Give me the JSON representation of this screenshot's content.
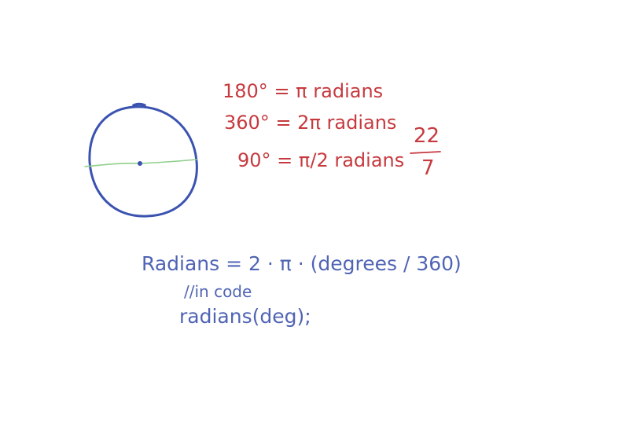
{
  "colors": {
    "red_ink": "#c63a3f",
    "blue_ink": "#5064b4",
    "circle_ink": "#3b53b0",
    "diameter_ink": "#8fcf8a"
  },
  "red_notes": {
    "line1": "180° = π radians",
    "line2": "360° = 2π radians",
    "line3": "90° = π/2 radians",
    "fraction_numerator": "22",
    "fraction_denominator": "7"
  },
  "blue_notes": {
    "formula": "Radians = 2 · π · (degrees / 360)",
    "comment": "//in code",
    "code": "radians(deg);"
  }
}
